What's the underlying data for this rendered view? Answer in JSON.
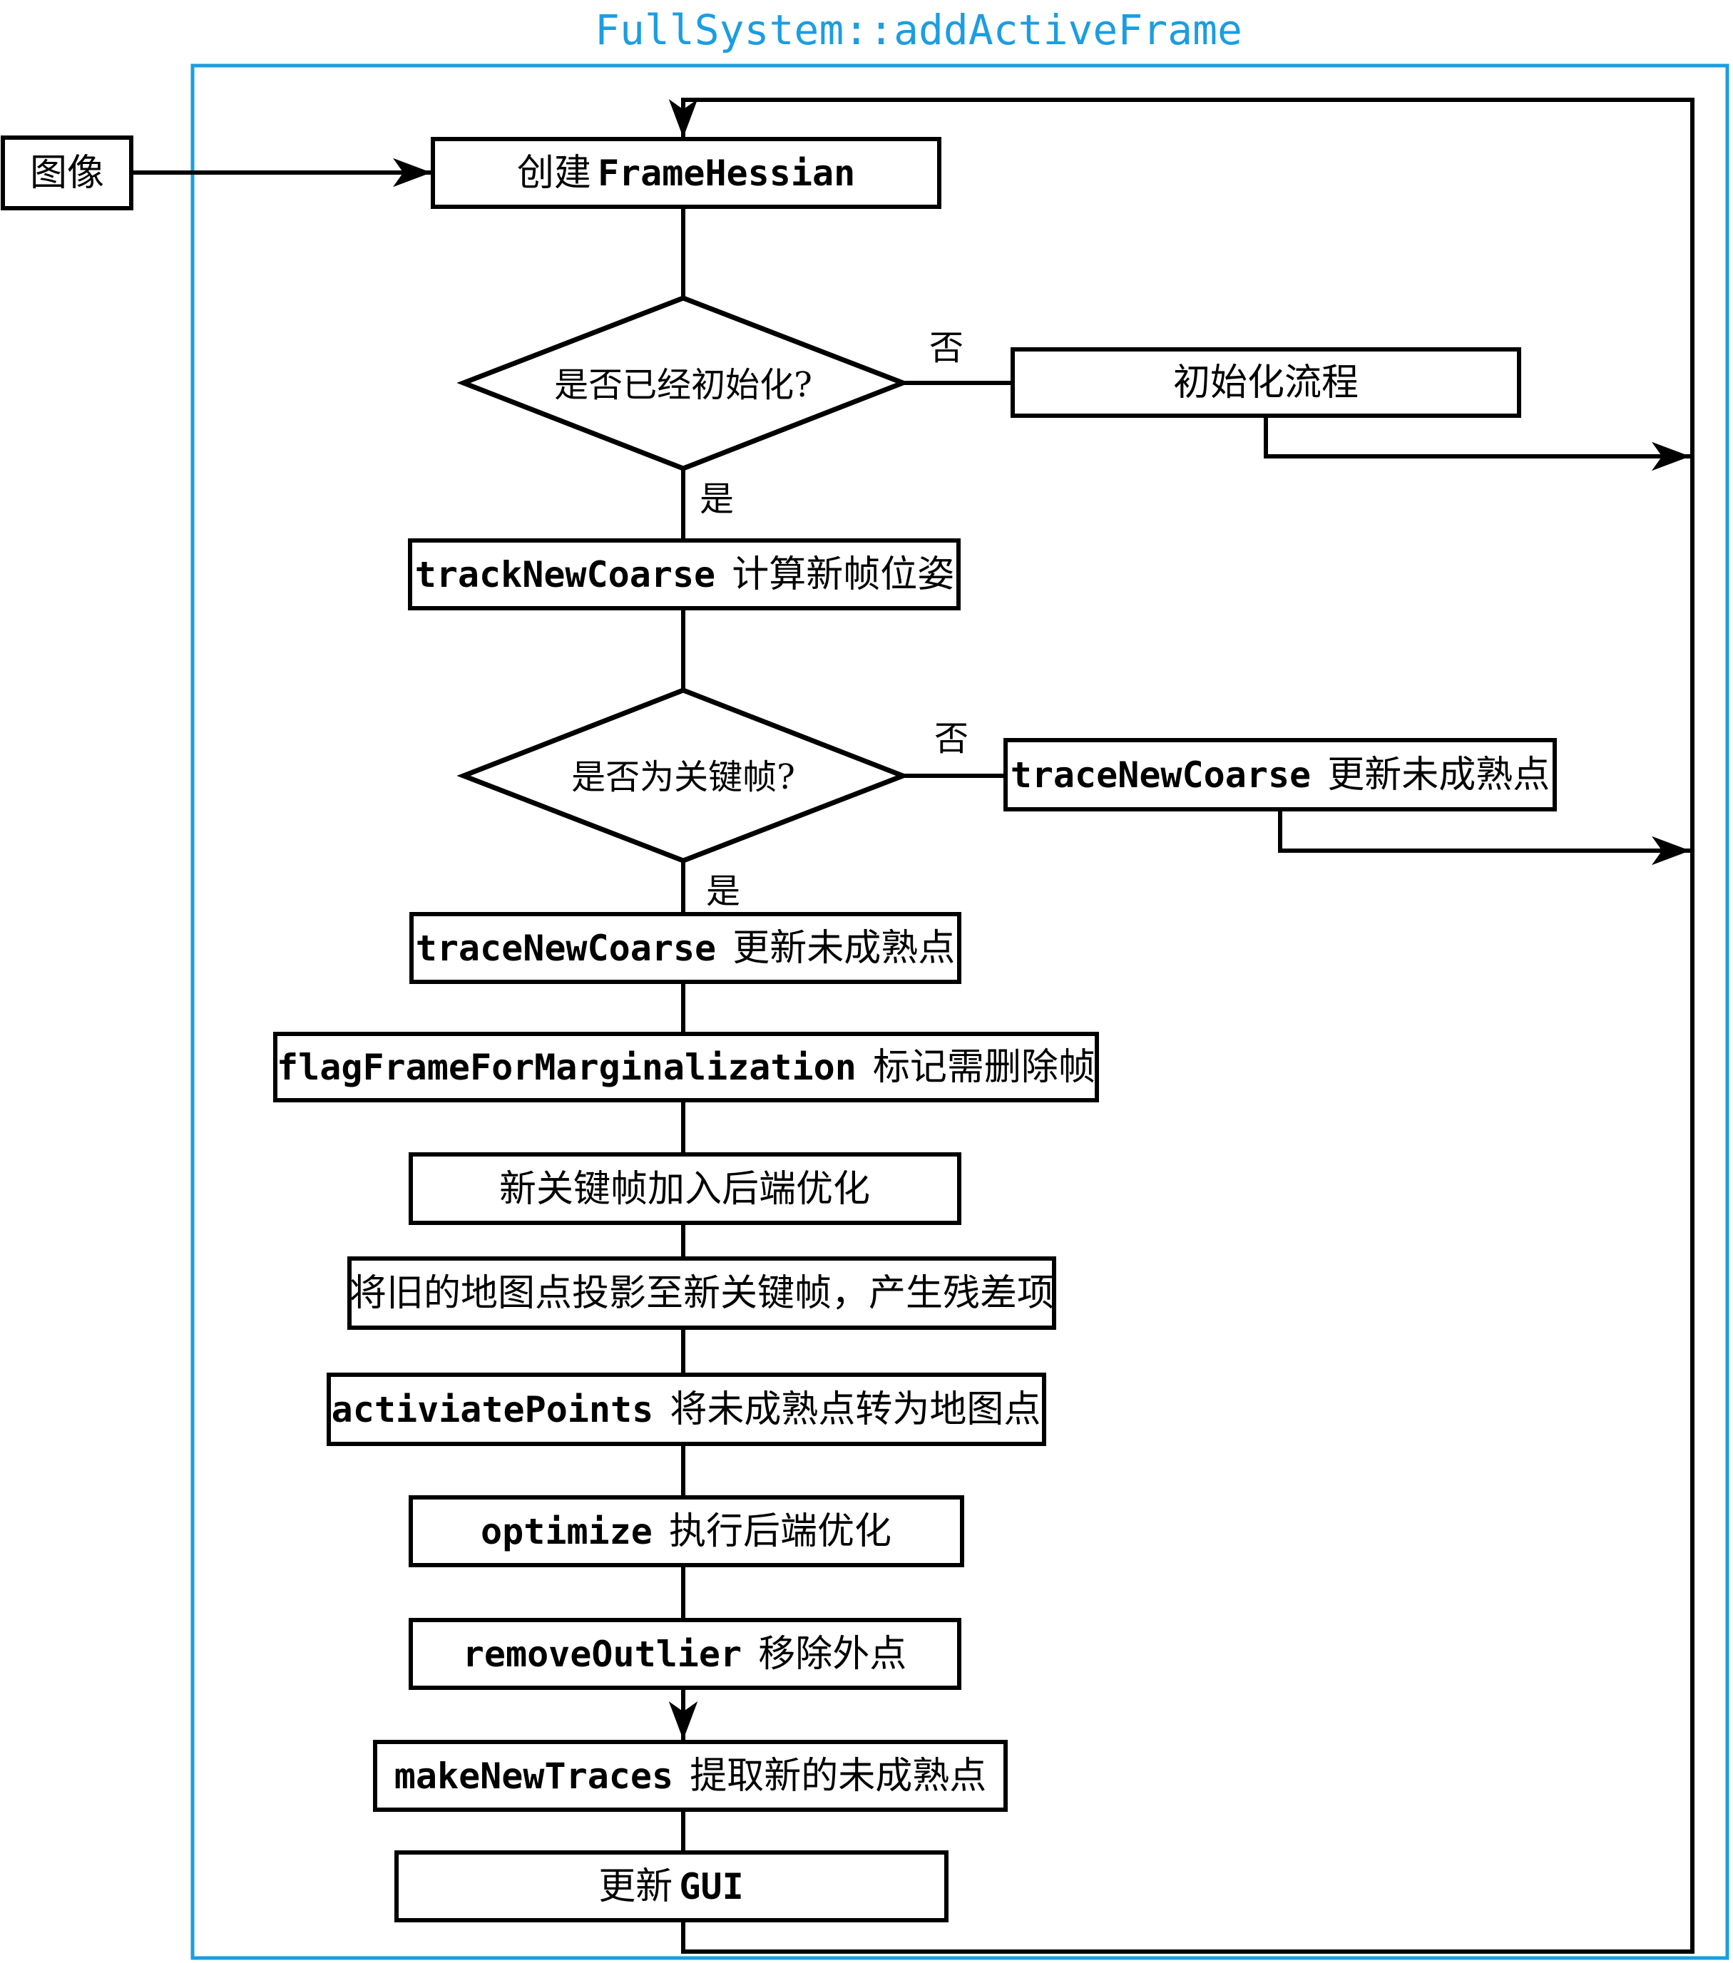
{
  "title": "FullSystem::addActiveFrame",
  "colors": {
    "accent": "#1b9de2",
    "line": "#000000",
    "node_fill": "#ffffff"
  },
  "branch_labels": {
    "yes": "是",
    "no": "否"
  },
  "nodes": {
    "image_input": {
      "zh": "图像"
    },
    "create_frame_hessian": {
      "zh": "创建",
      "code": "FrameHessian"
    },
    "check_initialized": {
      "zh": "是否已经初始化?"
    },
    "init_flow": {
      "zh": "初始化流程"
    },
    "track_new_coarse": {
      "code": "trackNewCoarse",
      "zh": "计算新帧位姿"
    },
    "check_keyframe": {
      "zh": "是否为关键帧?"
    },
    "trace_new_coarse_no_branch": {
      "code": "traceNewCoarse",
      "zh": "更新未成熟点"
    },
    "trace_new_coarse_keyframe": {
      "code": "traceNewCoarse",
      "zh": "更新未成熟点"
    },
    "flag_frame_for_marginalization": {
      "code": "flagFrameForMarginalization",
      "zh": "标记需删除帧"
    },
    "add_keyframe_to_backend": {
      "zh": "新关键帧加入后端优化"
    },
    "project_old_points": {
      "zh": "将旧的地图点投影至新关键帧，产生残差项"
    },
    "activate_points": {
      "code": "activiatePoints",
      "zh": "将未成熟点转为地图点"
    },
    "optimize": {
      "code": "optimize",
      "zh": "执行后端优化"
    },
    "remove_outlier": {
      "code": "removeOutlier",
      "zh": "移除外点"
    },
    "make_new_traces": {
      "code": "makeNewTraces",
      "zh": "提取新的未成熟点"
    },
    "update_gui": {
      "zh": "更新",
      "code": "GUI"
    }
  }
}
